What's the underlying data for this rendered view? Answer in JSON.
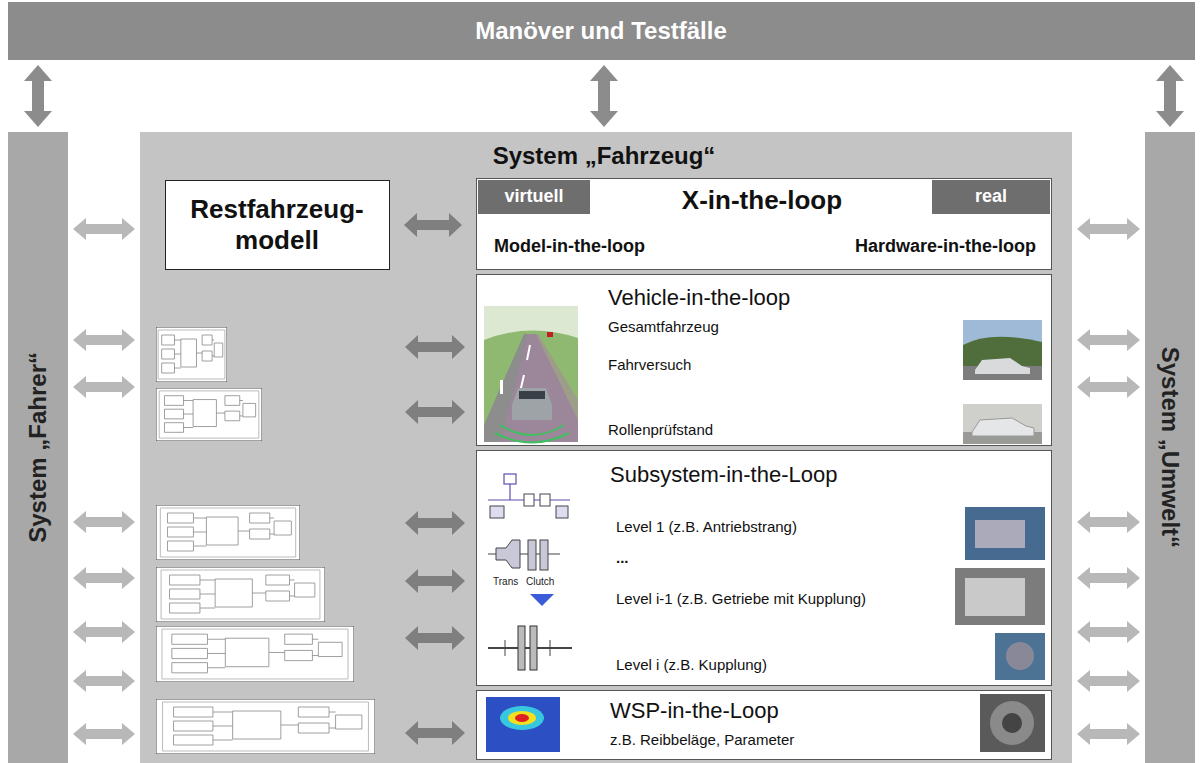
{
  "diagram": {
    "nodes": [
      {
        "text": [
          "Manöver und Testfälle"
        ]
      },
      {
        "text": [
          "System „Fahrer“"
        ]
      },
      {
        "text": [
          "System „Fahrzeug“"
        ]
      },
      {
        "text": [
          "Restfahrzeug- modell"
        ],
        "in": 2
      },
      {
        "text": [
          "X-in-the-loop",
          "Model-in-the-loop",
          "Hardware-in-the-loop"
        ],
        "in": 2
      },
      {
        "text": [
          "virtuell"
        ],
        "in": 4
      },
      {
        "text": [
          "real"
        ],
        "in": 4
      },
      {
        "text": [
          "Vehicle-in-the-loop",
          "Gesamtfahrzeug",
          "Fahrversuch",
          "Rollenprüfstand"
        ],
        "in": 2
      },
      {
        "text": [
          "Subsystem-in-the-Loop",
          "Level 1 (z.B. Antriebstrang)",
          "...",
          "Level i-1 (z.B. Getriebe mit Kupplung)",
          "Level i (z.B. Kupplung)"
        ],
        "in": 2
      },
      {
        "text": [
          "WSP-in-the-Loop",
          "z.B. Reibbeläge, Parameter"
        ],
        "in": 2
      },
      {
        "text": [
          "System „Umwelt“"
        ]
      }
    ],
    "edges": [
      {
        "from": 0,
        "to": 1,
        "arrow": "both"
      },
      {
        "from": 0,
        "to": 2,
        "arrow": "both"
      },
      {
        "from": 0,
        "to": 10,
        "arrow": "both"
      },
      {
        "from": 3,
        "to": 4,
        "arrow": "both"
      },
      {
        "from": 1,
        "to": 2,
        "arrow": "both"
      },
      {
        "from": 1,
        "to": 2,
        "arrow": "both"
      },
      {
        "from": 1,
        "to": 2,
        "arrow": "both"
      },
      {
        "from": 1,
        "to": 2,
        "arrow": "both"
      },
      {
        "from": 1,
        "to": 2,
        "arrow": "both"
      },
      {
        "from": 1,
        "to": 2,
        "arrow": "both"
      },
      {
        "from": 1,
        "to": 2,
        "arrow": "both"
      },
      {
        "from": 1,
        "to": 2,
        "arrow": "both"
      },
      {
        "from": 2,
        "to": 10,
        "arrow": "both"
      },
      {
        "from": 2,
        "to": 10,
        "arrow": "both"
      },
      {
        "from": 2,
        "to": 10,
        "arrow": "both"
      },
      {
        "from": 2,
        "to": 10,
        "arrow": "both"
      },
      {
        "from": 2,
        "to": 10,
        "arrow": "both"
      },
      {
        "from": 2,
        "to": 10,
        "arrow": "both"
      },
      {
        "from": 2,
        "to": 10,
        "arrow": "both"
      },
      {
        "from": 2,
        "to": 10,
        "arrow": "both"
      }
    ],
    "labels": [
      "Trans",
      "Clutch"
    ]
  }
}
